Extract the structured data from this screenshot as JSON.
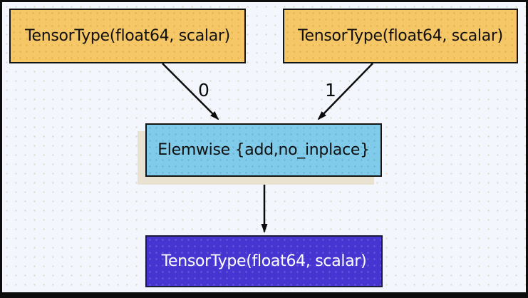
{
  "graph": {
    "nodes": [
      {
        "id": "input-0",
        "label": "TensorType(float64, scalar)",
        "role": "input-variable"
      },
      {
        "id": "input-1",
        "label": "TensorType(float64, scalar)",
        "role": "input-variable"
      },
      {
        "id": "op",
        "label": "Elemwise {add,no_inplace}",
        "role": "apply-op"
      },
      {
        "id": "output",
        "label": "TensorType(float64, scalar)",
        "role": "output-variable"
      }
    ],
    "edges": [
      {
        "from": "input-0",
        "to": "op",
        "label": "0"
      },
      {
        "from": "input-1",
        "to": "op",
        "label": "1"
      },
      {
        "from": "op",
        "to": "output",
        "label": ""
      }
    ],
    "colors": {
      "background": "#f3f6fc",
      "frame_border": "#0d0d0d",
      "input_fill": "#f5c766",
      "op_fill": "#80cbe9",
      "op_shadow": "#e9e2d0",
      "output_fill": "#4635d1",
      "output_text": "#ffffff",
      "node_border": "#141414",
      "edge_stroke": "#0b0b0b"
    }
  }
}
